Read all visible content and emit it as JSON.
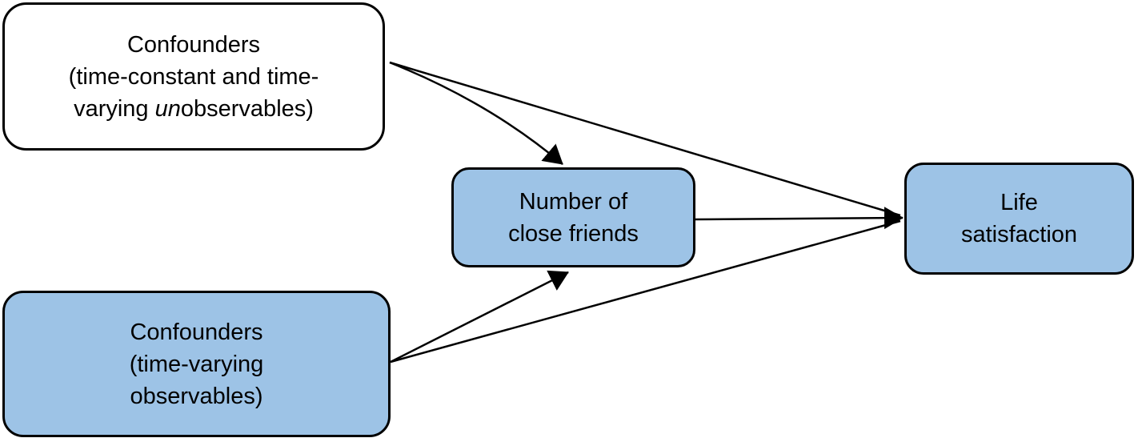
{
  "figure": {
    "type": "causal-path-diagram",
    "colors": {
      "node_fill_blue": "#9DC3E6",
      "node_fill_white": "#FFFFFF",
      "node_border": "#000000",
      "arrow": "#000000",
      "text": "#000000",
      "background": "#FFFFFF"
    },
    "nodes": {
      "confounders_unobservables": {
        "line1": "Confounders",
        "line2": "(time-constant and time-",
        "line3_pre": "varying ",
        "line3_italic": "un",
        "line3_post": "observables)"
      },
      "confounders_observables": {
        "line1": "Confounders",
        "line2": "(time-varying",
        "line3": "observables)"
      },
      "number_of_close_friends": {
        "line1": "Number of",
        "line2": "close friends"
      },
      "life_satisfaction": {
        "line1": "Life",
        "line2": "satisfaction"
      }
    },
    "edges": [
      {
        "from": "confounders_unobservables",
        "to": "number_of_close_friends"
      },
      {
        "from": "confounders_unobservables",
        "to": "life_satisfaction"
      },
      {
        "from": "number_of_close_friends",
        "to": "life_satisfaction"
      },
      {
        "from": "confounders_observables",
        "to": "number_of_close_friends"
      },
      {
        "from": "confounders_observables",
        "to": "life_satisfaction"
      }
    ]
  }
}
